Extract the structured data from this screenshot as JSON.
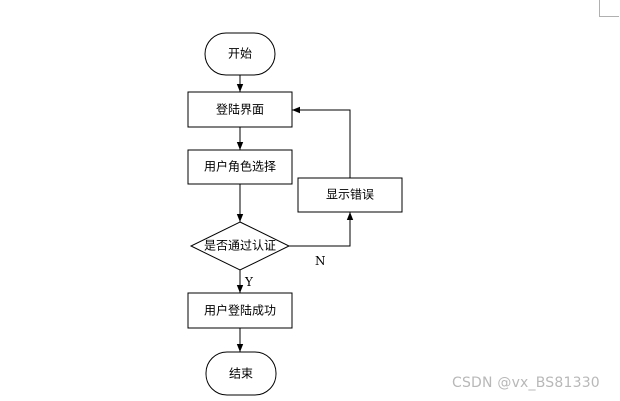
{
  "flowchart": {
    "nodes": {
      "start": "开始",
      "login_page": "登陆界面",
      "role_select": "用户角色选择",
      "decision": "是否通过认证",
      "error": "显示错误",
      "success": "用户登陆成功",
      "end": "结束"
    },
    "edge_labels": {
      "yes": "Y",
      "no": "N"
    }
  },
  "watermark": "CSDN @vx_BS81330",
  "colors": {
    "stroke": "#000000",
    "watermark": "#b8b8b8"
  }
}
